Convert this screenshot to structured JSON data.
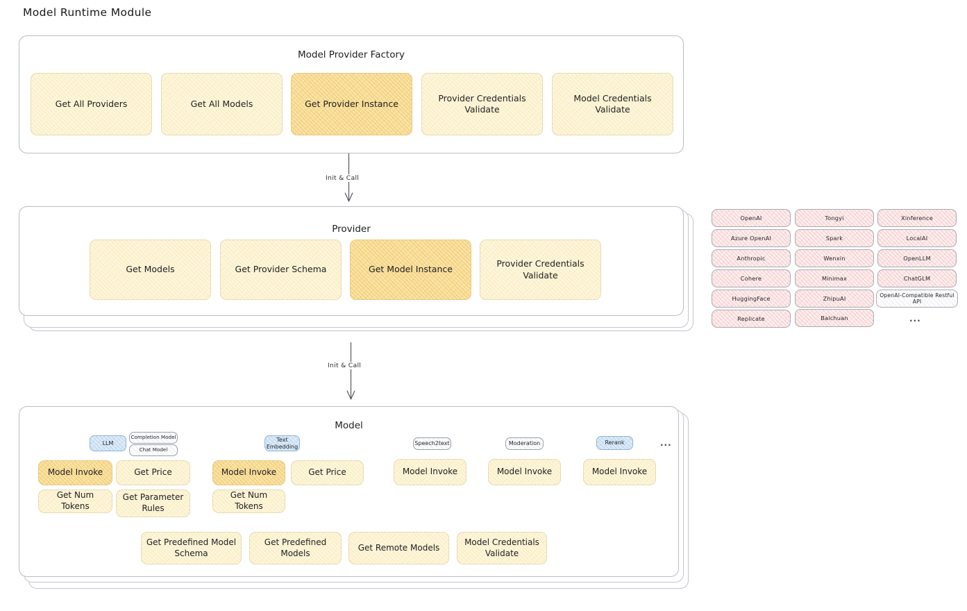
{
  "page": {
    "title": "Model Runtime Module"
  },
  "factory": {
    "title": "Model Provider Factory",
    "items": [
      {
        "label": "Get All Providers",
        "highlight": false
      },
      {
        "label": "Get All Models",
        "highlight": false
      },
      {
        "label": "Get Provider Instance",
        "highlight": true
      },
      {
        "label": "Provider Credentials Validate",
        "highlight": false
      },
      {
        "label": "Model Credentials Validate",
        "highlight": false
      }
    ]
  },
  "arrow_top": {
    "label": "Init & Call"
  },
  "provider": {
    "title": "Provider",
    "items": [
      {
        "label": "Get Models",
        "highlight": false
      },
      {
        "label": "Get Provider Schema",
        "highlight": false
      },
      {
        "label": "Get Model Instance",
        "highlight": true
      },
      {
        "label": "Provider Credentials Validate",
        "highlight": false
      }
    ]
  },
  "arrow_bottom": {
    "label": "Init & Call"
  },
  "provider_list": {
    "columns": [
      {
        "items": [
          "OpenAI",
          "Azure OpenAI",
          "Anthropic",
          "Cohere",
          "HuggingFace",
          "Replicate"
        ]
      },
      {
        "items": [
          "Tongyi",
          "Spark",
          "Wenxin",
          "Minimax",
          "ZhipuAI",
          "Baichuan"
        ]
      },
      {
        "items": [
          "Xinference",
          "LocalAI",
          "OpenLLM",
          "ChatGLM",
          "OpenAI-Compatible Restful API"
        ]
      }
    ],
    "more": "..."
  },
  "model": {
    "title": "Model",
    "more": "...",
    "types": [
      {
        "name": "LLM",
        "sub_badges": [
          "Completion Model",
          "Chat Model"
        ],
        "functions": [
          {
            "label": "Model Invoke",
            "highlight": true
          },
          {
            "label": "Get Price",
            "highlight": false
          },
          {
            "label": "Get Num Tokens",
            "highlight": false
          },
          {
            "label": "Get Parameter Rules",
            "highlight": false
          }
        ]
      },
      {
        "name": "Text Embedding",
        "sub_badges": [],
        "functions": [
          {
            "label": "Model Invoke",
            "highlight": true
          },
          {
            "label": "Get Price",
            "highlight": false
          },
          {
            "label": "Get Num Tokens",
            "highlight": false
          }
        ]
      },
      {
        "name": "Speech2text",
        "sub_badges": [],
        "functions": [
          {
            "label": "Model Invoke",
            "highlight": false
          }
        ]
      },
      {
        "name": "Moderation",
        "sub_badges": [],
        "functions": [
          {
            "label": "Model Invoke",
            "highlight": false
          }
        ]
      },
      {
        "name": "Rerank",
        "sub_badges": [],
        "functions": [
          {
            "label": "Model Invoke",
            "highlight": false
          }
        ]
      }
    ],
    "common_functions": [
      "Get Predefined Model Schema",
      "Get Predefined Models",
      "Get Remote Models",
      "Model Credentials Validate"
    ]
  },
  "colors": {
    "cream": "#fdf6dd",
    "gold": "#fae3a8",
    "pink": "#fdeeee",
    "blue": "#deecf8",
    "border_gray": "#b9bcc4",
    "text": "#1d1e22"
  }
}
